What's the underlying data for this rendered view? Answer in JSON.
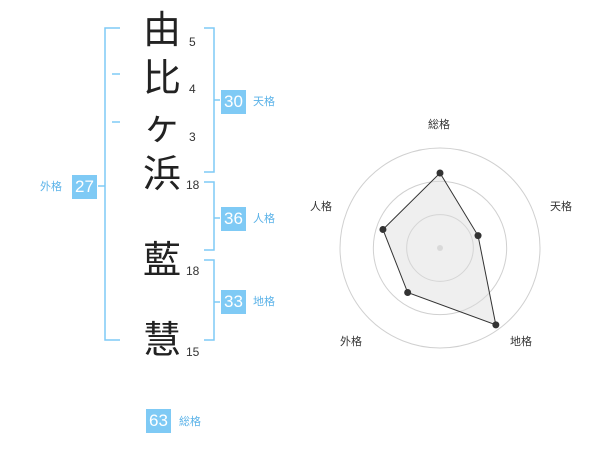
{
  "colors": {
    "accent": "#7fcaf5",
    "accent_text": "#5ab2e8",
    "bracket": "#7fcaf5",
    "radar_fill": "#f0f0f0",
    "ring": "#d0d0d0"
  },
  "name": {
    "surname": [
      {
        "char": "由",
        "strokes": "5"
      },
      {
        "char": "比",
        "strokes": "4"
      },
      {
        "char": "ヶ",
        "strokes": "3"
      },
      {
        "char": "浜",
        "strokes": "18"
      }
    ],
    "given": [
      {
        "char": "藍",
        "strokes": "18"
      },
      {
        "char": "慧",
        "strokes": "15"
      }
    ]
  },
  "kakusu": {
    "tenkaku": {
      "value": "30",
      "label": "天格"
    },
    "jinkaku": {
      "value": "36",
      "label": "人格"
    },
    "chikaku": {
      "value": "33",
      "label": "地格"
    },
    "gaikaku": {
      "value": "27",
      "label": "外格"
    },
    "soukaku": {
      "value": "63",
      "label": "総格"
    }
  },
  "radar": {
    "axes": [
      "総格",
      "天格",
      "地格",
      "外格",
      "人格"
    ],
    "values": [
      0.75,
      0.4,
      0.95,
      0.55,
      0.6
    ],
    "rings": 3
  }
}
